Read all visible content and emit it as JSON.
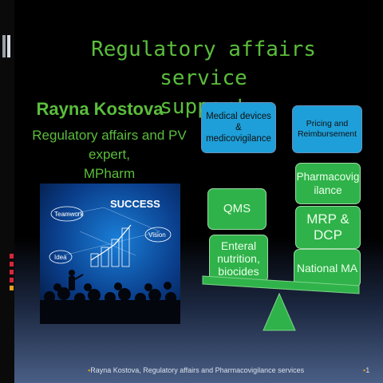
{
  "slide": {
    "title_line1": "Regulatory affairs service",
    "title_line2": "support",
    "author_name": "Rayna Kostova",
    "author_role_line1": "Regulatory affairs and PV expert,",
    "author_role_line2": "MPharm"
  },
  "boxes": {
    "medical_devices_line1": "Medical devices",
    "medical_devices_line2": "&",
    "medical_devices_line3": "medicovigilance",
    "pricing_line1": "Pricing and",
    "pricing_line2": "Reimbursement",
    "qms": "QMS",
    "enteral_line1": "Enteral",
    "enteral_line2": "nutrition,",
    "enteral_line3": "biocides",
    "pharmacovig_line1": "Pharmacovig",
    "pharmacovig_line2": "ilance",
    "mrp_line1": "MRP &",
    "mrp_line2": "DCP",
    "national_ma": "National MA"
  },
  "image": {
    "success": "SUCCESS",
    "teamwork": "Teamwork",
    "vision": "Vision",
    "idea": "Idea"
  },
  "footer": {
    "text": "Rayna Kostova, Regulatory affairs and Pharmacovigilance services",
    "page_number": "1"
  },
  "colors": {
    "title_green": "#5bbd3c",
    "box_blue": "#1e9fd9",
    "box_green": "#2fb24a",
    "accent_gold": "#d4a020"
  }
}
